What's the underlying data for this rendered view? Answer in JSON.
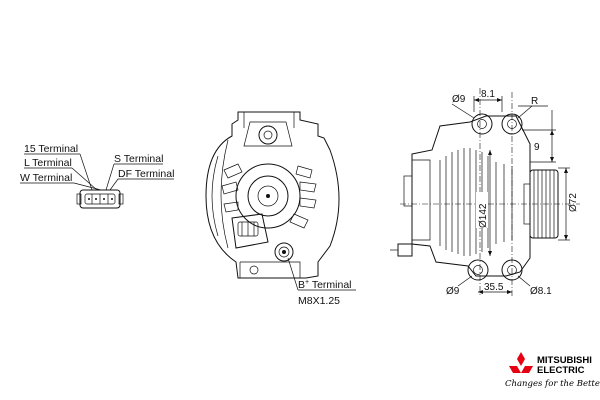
{
  "terminals_left": {
    "t15": "15 Terminal",
    "l": "L Terminal",
    "w": "W Terminal",
    "s": "S Terminal",
    "df": "DF Terminal"
  },
  "b_terminal": {
    "label_prefix": "B",
    "label_sup": "+",
    "label_suffix": " Terminal",
    "thread": "M8X1.25"
  },
  "dimensions": {
    "d9_top": "Ø9",
    "w81": "8.1",
    "r": "R",
    "h9": "9",
    "d72": "Ø72",
    "d142": "Ø142",
    "d9_bottom": "Ø9",
    "w355": "35.5",
    "d81": "Ø8.1"
  },
  "brand": {
    "line1": "MITSUBISHI",
    "line2": "ELECTRIC",
    "tagline": "Changes for the Better",
    "logo_color": "#e60012"
  }
}
